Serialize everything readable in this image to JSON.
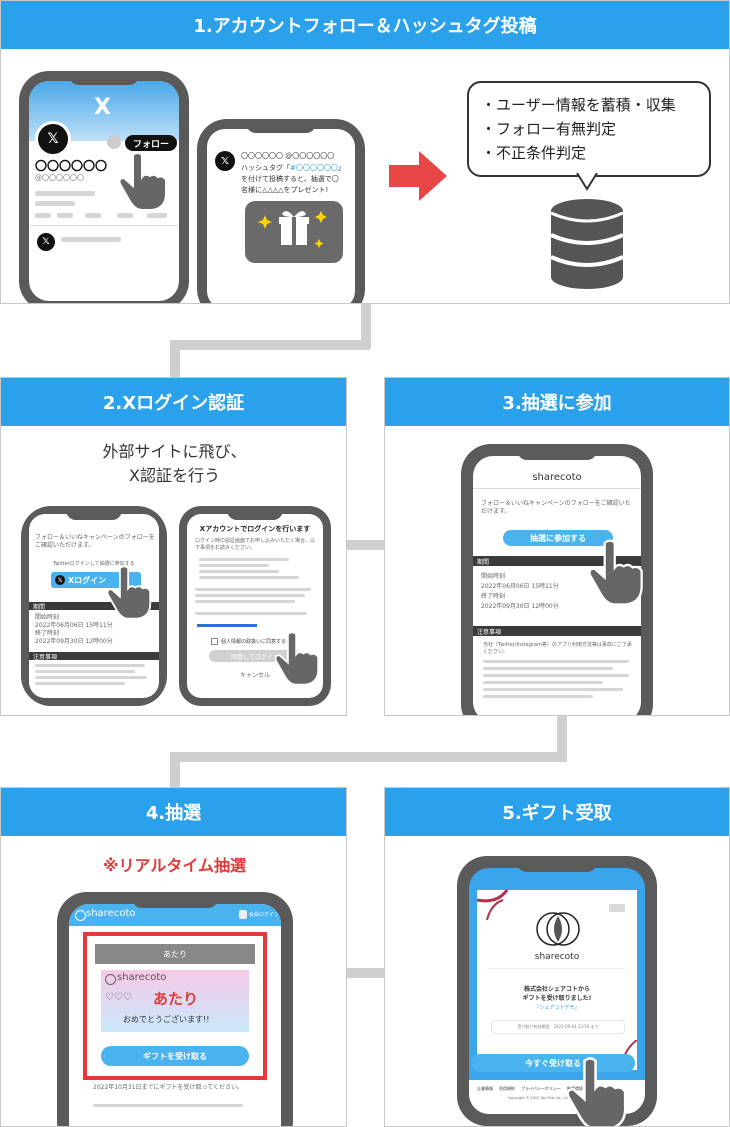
{
  "step1": {
    "title": "1.アカウントフォロー＆ハッシュタグ投稿",
    "x_logo": "X",
    "follow_label": "フォロー",
    "account_name": "〇〇〇〇〇〇",
    "account_handle": "@〇〇〇〇〇〇",
    "post_line1": "〇〇〇〇〇〇 @〇〇〇〇〇〇",
    "post_line2_prefix": "ハッシュタグ「",
    "post_hashtag": "#〇〇〇〇〇〇",
    "post_line2_suffix": "」",
    "post_line3": "を付けて投稿すると、抽選で〇",
    "post_line4": "名様に△△△△をプレゼント!",
    "bubble_items": [
      "・ユーザー情報を蓄積・収集",
      "・フォロー有無判定",
      "・不正条件判定"
    ]
  },
  "step2": {
    "title": "2.Xログイン認証",
    "description_line1": "外部サイトに飛び、",
    "description_line2": "X認証を行う",
    "left_screen_intro": "フォロー＆いいねキャンペーンのフォローをご確認いただけます。",
    "left_screen_small": "Twitterログインして抽選に参加する",
    "login_button": "Xログイン",
    "period_label": "期間",
    "period_lines": [
      "開始時刻",
      "2022年06月06日 15時11分",
      "終了時刻",
      "2022年09月30日 12時00分"
    ],
    "notes_label": "注意事項",
    "right_screen_title": "Xアカウントでログインを行います",
    "right_screen_text": "ログイン時の認証画面でお申し込みいただく場合、以下事項をお読みください。",
    "agree_label": "個人情報の取扱いに同意する",
    "agree_login_button": "同意してログイン",
    "cancel_label": "キャンセル"
  },
  "step3": {
    "title": "3.抽選に参加",
    "site_name": "sharecoto",
    "intro": "フォロー＆いいねキャンペーンのフォローをご確認いただけます。",
    "join_button": "抽選に参加する",
    "period_label": "期間",
    "period_lines": [
      "開始時刻",
      "2022年06月06日 15時11分",
      "終了時刻",
      "2022年09月30日 12時00分"
    ],
    "notes_label": "注意事項",
    "notes_text": "当社（Twitter/Instagram等）のアプリ利用方法等は事前にご了承ください。"
  },
  "step4": {
    "title": "4.抽選",
    "realtime_label": "※リアルタイム抽選",
    "site_name": "sharecoto",
    "user_label": "会員ログイン",
    "result_header": "あたり",
    "banner_brand": "sharecoto",
    "banner_result": "あたり",
    "banner_congrats": "おめでとうございます!!",
    "gift_button": "ギフトを受け取る",
    "bottom_text": "2022年10月31日までにギフトを受け取ってください。"
  },
  "step5": {
    "title": "5.ギフト受取",
    "brand": "sharecoto",
    "gift_message_line1": "株式会社シェアコトから",
    "gift_message_line2": "ギフトを受け取りました!",
    "gift_name": "「シェアコトデモ」",
    "deadline": "受け取り有効期限：2022-09-04 23:59 まで",
    "receive_button": "今すぐ受け取る",
    "footer_links": [
      "企業情報",
      "利用規約",
      "プライバシーポリシー",
      "推奨環境"
    ],
    "copyright": "Copyright © 2022 Tao Plus Co., Ltd. All Rights Reserved."
  },
  "colors": {
    "header_blue": "#2aa1ea",
    "accent_red": "#e23a3a",
    "arrow_red": "#e84545",
    "button_blue": "#48b3ef",
    "connector_gray": "#cfcfcf"
  }
}
